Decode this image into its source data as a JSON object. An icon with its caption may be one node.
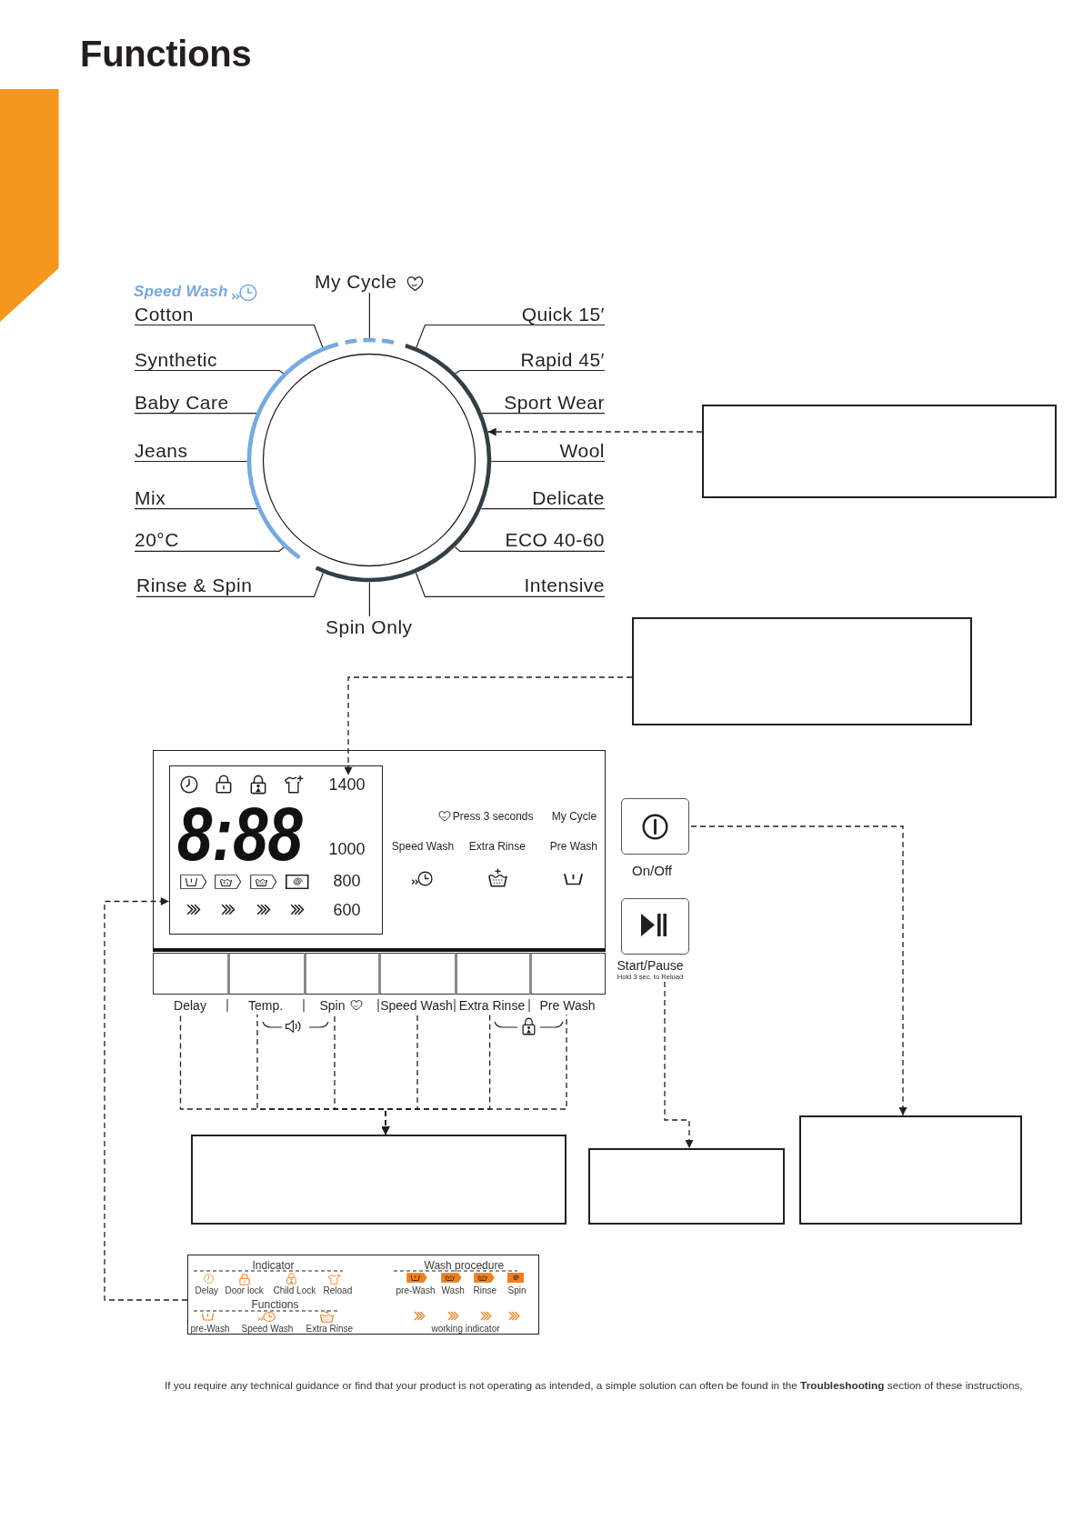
{
  "diagram": {
    "title": "Functions",
    "nodes": [
      {
        "text": [
          "My Cycle"
        ]
      },
      {
        "text": [
          "Cotton"
        ]
      },
      {
        "text": [
          "Quick 15′"
        ]
      },
      {
        "text": [
          "Synthetic"
        ]
      },
      {
        "text": [
          "Rapid 45′"
        ]
      },
      {
        "text": [
          "Baby Care"
        ]
      },
      {
        "text": [
          "Sport Wear"
        ]
      },
      {
        "text": [],
        "shape": "circle"
      },
      {
        "text": [],
        "shape": "box"
      },
      {
        "text": [
          "Jeans"
        ]
      },
      {
        "text": [
          "Wool"
        ]
      },
      {
        "text": [
          "Mix"
        ]
      },
      {
        "text": [
          "Delicate"
        ]
      },
      {
        "text": [
          "20°C"
        ]
      },
      {
        "text": [
          "ECO 40-60"
        ]
      },
      {
        "text": [
          "Rinse & Spin"
        ]
      },
      {
        "text": [
          "Intensive"
        ]
      },
      {
        "text": [
          "Spin Only"
        ]
      },
      {
        "text": [],
        "shape": "box"
      },
      {
        "text": [
          "Press 3 seconds",
          "My Cycle",
          "Speed Wash",
          "Extra Rinse",
          "Pre Wash"
        ]
      },
      {
        "text": [
          "8:88",
          "1000",
          "800",
          "600"
        ],
        "in": 19
      },
      {
        "text": [
          "1400"
        ],
        "in": 20
      },
      {
        "text": [
          "On/Off"
        ]
      },
      {
        "text": [
          "Start/Pause",
          "Hold 3 sec. to Reload"
        ]
      },
      {
        "text": [
          "Delay"
        ]
      },
      {
        "text": [
          "Temp."
        ]
      },
      {
        "text": [
          "Spin"
        ]
      },
      {
        "text": [
          "Speed Wash"
        ]
      },
      {
        "text": [
          "Extra Rinse"
        ]
      },
      {
        "text": [
          "Pre Wash"
        ]
      },
      {
        "text": [],
        "shape": "box"
      },
      {
        "text": [],
        "shape": "box"
      },
      {
        "text": [],
        "shape": "box"
      },
      {
        "text": [
          "Indicator",
          "Functions",
          "Wash procedure"
        ]
      },
      {
        "text": [],
        "shape": "bar"
      }
    ],
    "edges": [
      {
        "from": 0,
        "to": 7,
        "arrow": "none"
      },
      {
        "from": 1,
        "to": 7,
        "arrow": "none"
      },
      {
        "from": 2,
        "to": 7,
        "arrow": "none"
      },
      {
        "from": 3,
        "to": 7,
        "arrow": "none"
      },
      {
        "from": 4,
        "to": 7,
        "arrow": "none"
      },
      {
        "from": 5,
        "to": 7,
        "arrow": "none"
      },
      {
        "from": 6,
        "to": 7,
        "arrow": "none"
      },
      {
        "from": 9,
        "to": 7,
        "arrow": "none"
      },
      {
        "from": 10,
        "to": 7,
        "arrow": "none"
      },
      {
        "from": 11,
        "to": 7,
        "arrow": "none"
      },
      {
        "from": 12,
        "to": 7,
        "arrow": "none"
      },
      {
        "from": 13,
        "to": 7,
        "arrow": "none"
      },
      {
        "from": 14,
        "to": 7,
        "arrow": "none"
      },
      {
        "from": 15,
        "to": 7,
        "arrow": "none"
      },
      {
        "from": 16,
        "to": 7,
        "arrow": "none"
      },
      {
        "from": 17,
        "to": 7,
        "arrow": "none"
      },
      {
        "from": 8,
        "to": 7,
        "arrow": "to",
        "style": "dashed"
      },
      {
        "from": 18,
        "to": 21,
        "arrow": "to",
        "style": "dashed"
      },
      {
        "from": 22,
        "to": 32,
        "arrow": "to",
        "style": "dashed"
      },
      {
        "from": 23,
        "to": 31,
        "arrow": "to",
        "style": "dashed"
      },
      {
        "from": 24,
        "to": 30,
        "arrow": "to",
        "style": "dashed"
      },
      {
        "from": 25,
        "to": 30,
        "arrow": "to",
        "style": "dashed"
      },
      {
        "from": 26,
        "to": 30,
        "arrow": "to",
        "style": "dashed"
      },
      {
        "from": 27,
        "to": 30,
        "arrow": "to",
        "style": "dashed"
      },
      {
        "from": 28,
        "to": 30,
        "arrow": "to",
        "style": "dashed"
      },
      {
        "from": 29,
        "to": 30,
        "arrow": "to",
        "style": "dashed"
      },
      {
        "from": 33,
        "to": 20,
        "arrow": "to",
        "style": "dashed"
      }
    ],
    "labels": [
      "Speed Wash",
      "If you require any technical guidance or find that your product is not operating as intended, a simple solution can often be found in the **Troubleshooting** section of these instructions,"
    ],
    "legend": [
      {
        "text": "Delay"
      },
      {
        "text": "Door lock"
      },
      {
        "text": "Child Lock"
      },
      {
        "text": "Reload"
      },
      {
        "text": "pre-Wash"
      },
      {
        "text": "Speed Wash"
      },
      {
        "text": "Extra Rinse"
      },
      {
        "text": "pre-Wash"
      },
      {
        "text": "Wash"
      },
      {
        "text": "Rinse"
      },
      {
        "text": "Spin"
      },
      {
        "text": "working indicator"
      }
    ]
  }
}
